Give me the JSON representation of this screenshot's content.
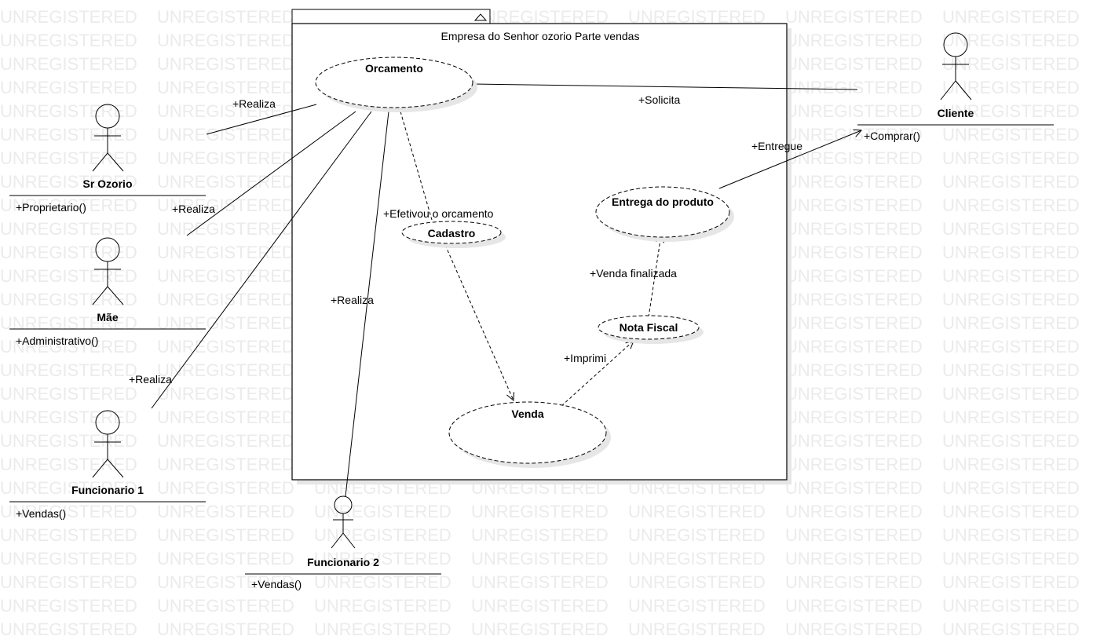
{
  "watermark_text": "UNREGISTERED",
  "system": {
    "title": "Empresa do Senhor ozorio Parte vendas"
  },
  "use_cases": {
    "orcamento": "Orcamento",
    "cadastro": "Cadastro",
    "venda": "Venda",
    "entrega": "Entrega do produto",
    "nota_fiscal": "Nota Fiscal"
  },
  "actors": {
    "sr_ozorio": {
      "name": "Sr Ozorio",
      "operation": "+Proprietario()"
    },
    "mae": {
      "name": "Mãe",
      "operation": "+Administrativo()"
    },
    "funcionario1": {
      "name": "Funcionario 1",
      "operation": "+Vendas()"
    },
    "funcionario2": {
      "name": "Funcionario 2",
      "operation": "+Vendas()"
    },
    "cliente": {
      "name": "Cliente",
      "operation": "+Comprar()"
    }
  },
  "associations": {
    "ozorio_realiza": "+Realiza",
    "mae_realiza": "+Realiza",
    "func1_realiza": "+Realiza",
    "func2_realiza": "+Realiza",
    "cliente_solicita": "+Solicita",
    "entregue": "+Entregue",
    "efetivou": "+Efetivou o orcamento",
    "venda_finalizada": "+Venda finalizada",
    "imprimi": "+Imprimi"
  }
}
